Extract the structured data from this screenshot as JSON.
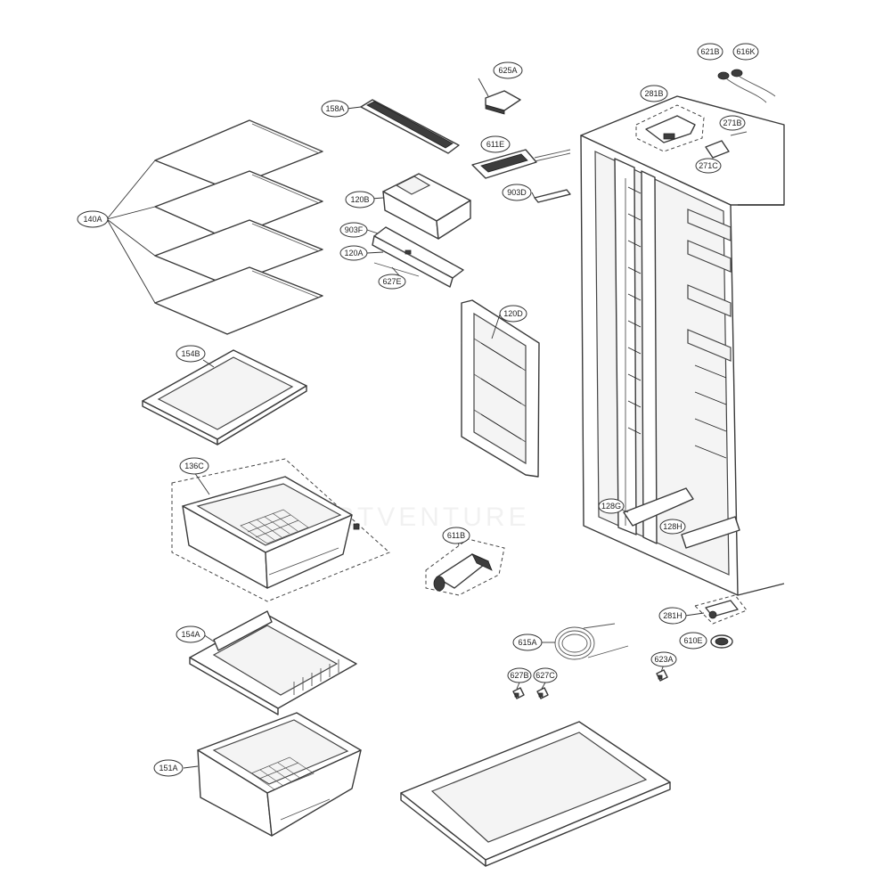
{
  "callouts": [
    {
      "id": "140A",
      "label": "140A"
    },
    {
      "id": "154B",
      "label": "154B"
    },
    {
      "id": "136C",
      "label": "136C"
    },
    {
      "id": "154A",
      "label": "154A"
    },
    {
      "id": "151A",
      "label": "151A"
    },
    {
      "id": "158A",
      "label": "158A"
    },
    {
      "id": "625A",
      "label": "625A"
    },
    {
      "id": "611E",
      "label": "611E"
    },
    {
      "id": "120B",
      "label": "120B"
    },
    {
      "id": "903D",
      "label": "903D"
    },
    {
      "id": "903F",
      "label": "903F"
    },
    {
      "id": "120A",
      "label": "120A"
    },
    {
      "id": "627E",
      "label": "627E"
    },
    {
      "id": "120D",
      "label": "120D"
    },
    {
      "id": "611B",
      "label": "611B"
    },
    {
      "id": "615A",
      "label": "615A"
    },
    {
      "id": "627B",
      "label": "627B"
    },
    {
      "id": "627C",
      "label": "627C"
    },
    {
      "id": "623A",
      "label": "623A"
    },
    {
      "id": "610E",
      "label": "610E"
    },
    {
      "id": "281H",
      "label": "281H"
    },
    {
      "id": "128G",
      "label": "128G"
    },
    {
      "id": "128H",
      "label": "128H"
    },
    {
      "id": "281B",
      "label": "281B"
    },
    {
      "id": "271B",
      "label": "271B"
    },
    {
      "id": "271C",
      "label": "271C"
    },
    {
      "id": "621B",
      "label": "621B"
    },
    {
      "id": "616K",
      "label": "616K"
    }
  ],
  "watermark": "PARTVENTURE"
}
